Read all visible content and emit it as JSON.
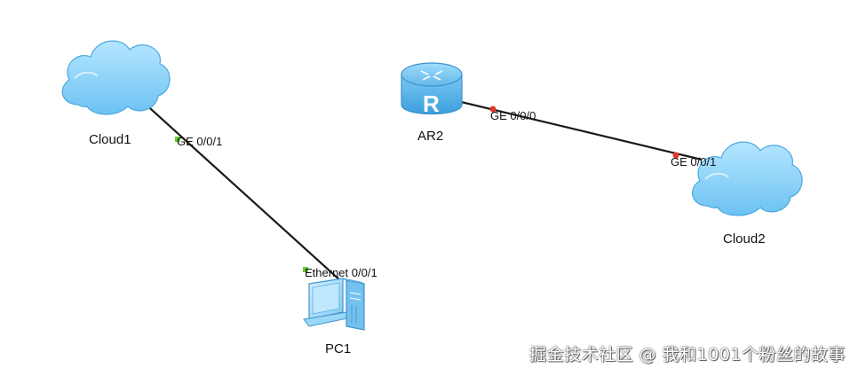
{
  "nodes": {
    "cloud1": {
      "label": "Cloud1",
      "type": "cloud-icon"
    },
    "pc1": {
      "label": "PC1",
      "type": "pc-icon"
    },
    "ar2": {
      "label": "AR2",
      "type": "router-icon"
    },
    "cloud2": {
      "label": "Cloud2",
      "type": "cloud-icon"
    }
  },
  "links": {
    "cloud1_pc1": {
      "port_a": "GE 0/0/1",
      "port_b": "Ethernet 0/0/1",
      "status_color": "#66cc33"
    },
    "ar2_cloud2": {
      "port_a": "GE 0/0/0",
      "port_b": "GE 0/0/1",
      "status_color": "#e03a2c"
    }
  },
  "colors": {
    "cloud_fill": "#8fd3f7",
    "cloud_stroke": "#4aa8e0",
    "router_fill": "#5ab4e8",
    "link_stroke": "#1a1a1a"
  },
  "watermark": "掘金技术社区 @ 我和1001个粉丝的故事"
}
